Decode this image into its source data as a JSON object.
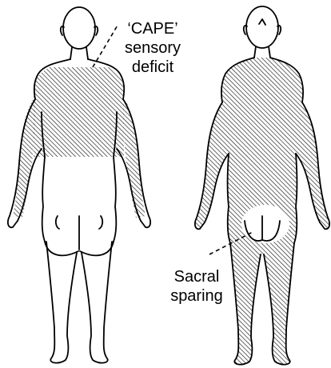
{
  "labels": {
    "cape_line1": "‘CAPE’",
    "cape_line2": "sensory",
    "cape_line3": "deficit",
    "sacral_line1": "Sacral",
    "sacral_line2": "sparing"
  },
  "colors": {
    "ink": "#000000",
    "background": "#ffffff",
    "hatch": "#1a1a1a"
  }
}
